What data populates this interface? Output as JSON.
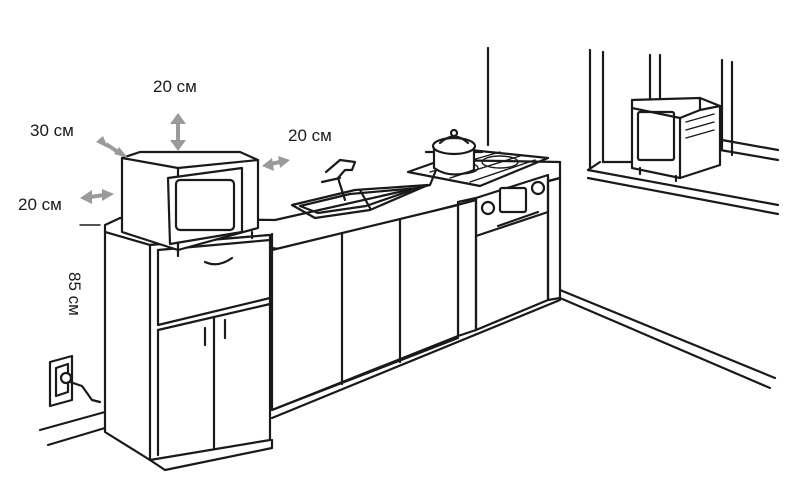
{
  "clearances": {
    "top": "20 см",
    "back": "30 см",
    "right": "20 см",
    "left": "20 см",
    "height": "85 см"
  },
  "colors": {
    "line": "#1a1a1a",
    "arrow": "#9a9a9a",
    "background": "#ffffff"
  }
}
